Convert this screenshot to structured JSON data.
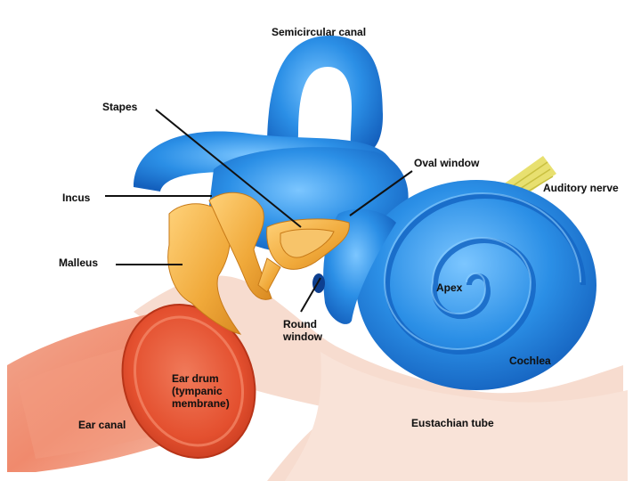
{
  "labels": {
    "semicircular_canal": "Semicircular canal",
    "stapes": "Stapes",
    "oval_window": "Oval window",
    "auditory_nerve": "Auditory nerve",
    "incus": "Incus",
    "malleus": "Malleus",
    "apex": "Apex",
    "round_window": [
      "Round",
      "window"
    ],
    "cochlea": "Cochlea",
    "ear_drum": [
      "Ear drum",
      "(tympanic",
      "membrane)"
    ],
    "ear_canal": "Ear canal",
    "eustachian_tube": "Eustachian tube"
  },
  "colors": {
    "cochlea_blue": "#2b8fe6",
    "cochlea_dark": "#1566c4",
    "ossicle_orange": "#f3b445",
    "eardrum_red": "#e8553a",
    "skin": "#f7dccf",
    "nerve_yellow": "#e8e070",
    "label_text": "#111111",
    "leader_line": "#111111"
  }
}
